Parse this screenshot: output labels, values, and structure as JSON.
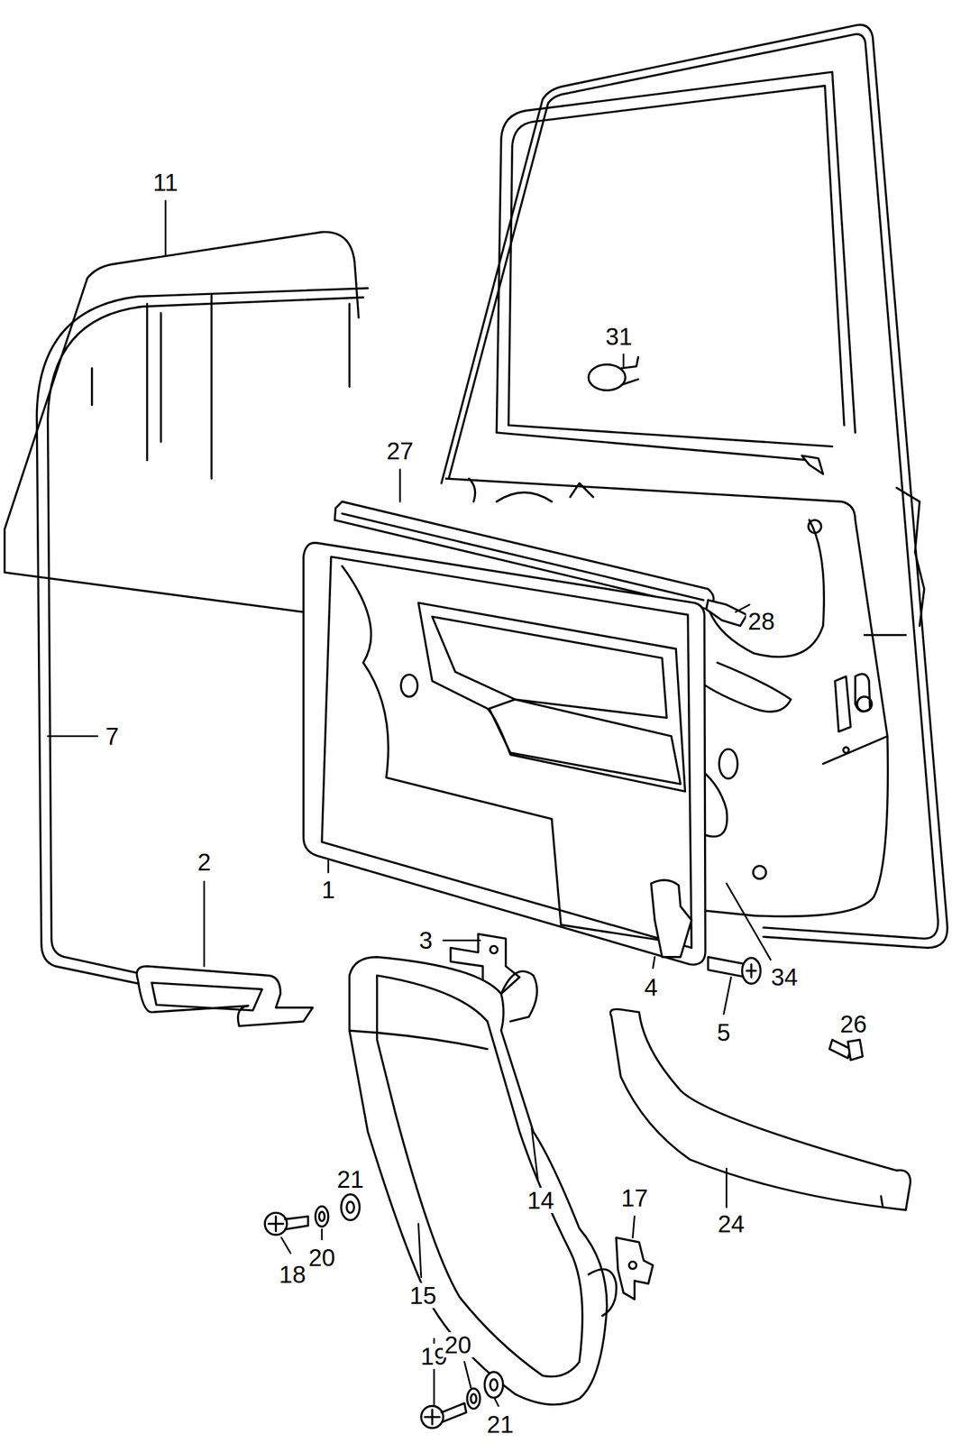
{
  "diagram": {
    "labels": [
      "11",
      "31",
      "27",
      "28",
      "7",
      "2",
      "1",
      "3",
      "4",
      "5",
      "34",
      "26",
      "14",
      "18",
      "20",
      "21",
      "24",
      "17",
      "15",
      "19",
      "20",
      "21"
    ]
  }
}
